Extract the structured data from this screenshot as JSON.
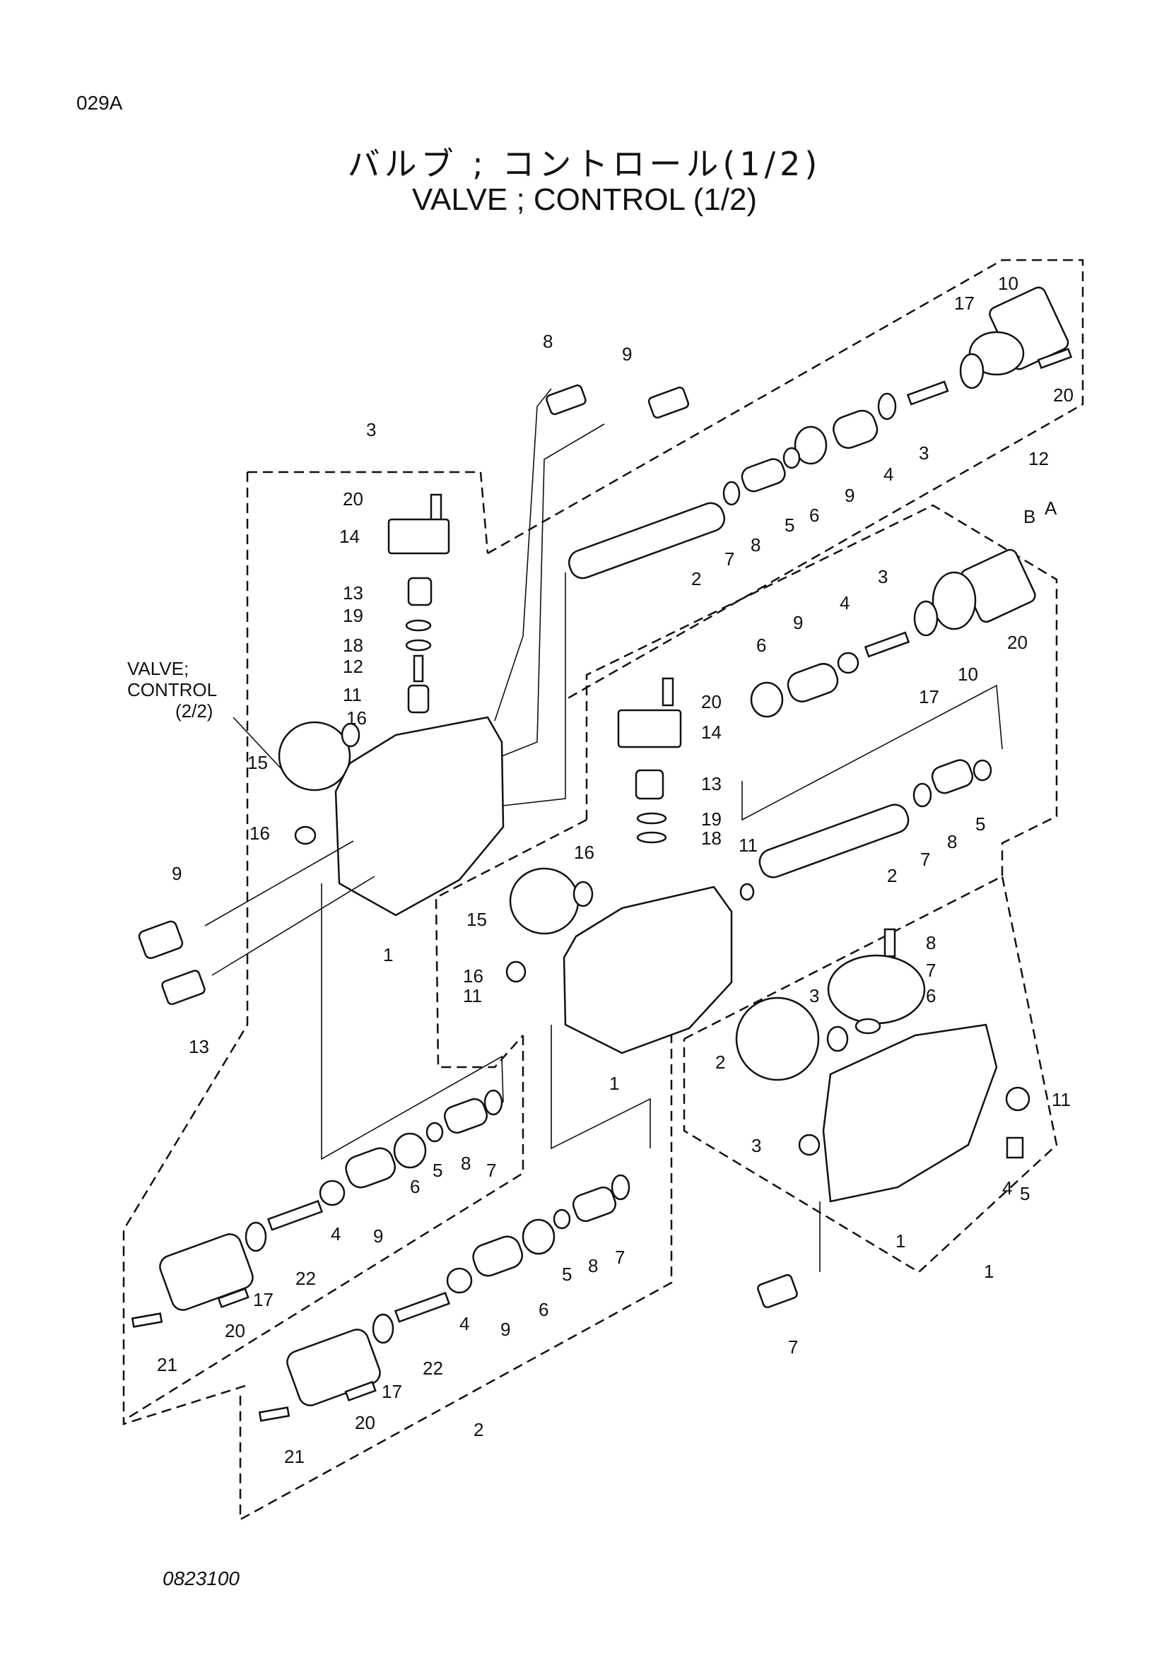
{
  "header": {
    "page_code": "029A",
    "title_jp": "バルブ ; コントロール(1/2)",
    "title_en": "VALVE ; CONTROL (1/2)"
  },
  "reference_note": {
    "line1": "VALVE;",
    "line2": "CONTROL",
    "line3": "(2/2)"
  },
  "callouts": {
    "upper_section": [
      "10",
      "17",
      "20",
      "3",
      "4",
      "9",
      "6",
      "5",
      "8",
      "7",
      "2",
      "8",
      "9",
      "3",
      "20",
      "14",
      "13",
      "19",
      "18",
      "12",
      "11",
      "16",
      "15",
      "16",
      "1",
      "9",
      "13"
    ],
    "middle_section": [
      "12",
      "B",
      "A",
      "3",
      "4",
      "9",
      "6",
      "20",
      "17",
      "10",
      "20",
      "14",
      "13",
      "19",
      "18",
      "11",
      "16",
      "15",
      "2",
      "7",
      "8",
      "5",
      "16",
      "11",
      "1"
    ],
    "right_section": [
      "8",
      "7",
      "6",
      "3",
      "2",
      "11",
      "3",
      "4",
      "5",
      "1",
      "1",
      "7"
    ],
    "lower_left_section": [
      "7",
      "8",
      "5",
      "6",
      "9",
      "4",
      "22",
      "17",
      "20",
      "21"
    ],
    "lower_section": [
      "7",
      "8",
      "5",
      "6",
      "9",
      "4",
      "22",
      "17",
      "20",
      "21",
      "2"
    ]
  },
  "footer": {
    "drawing_number": "0823100"
  }
}
